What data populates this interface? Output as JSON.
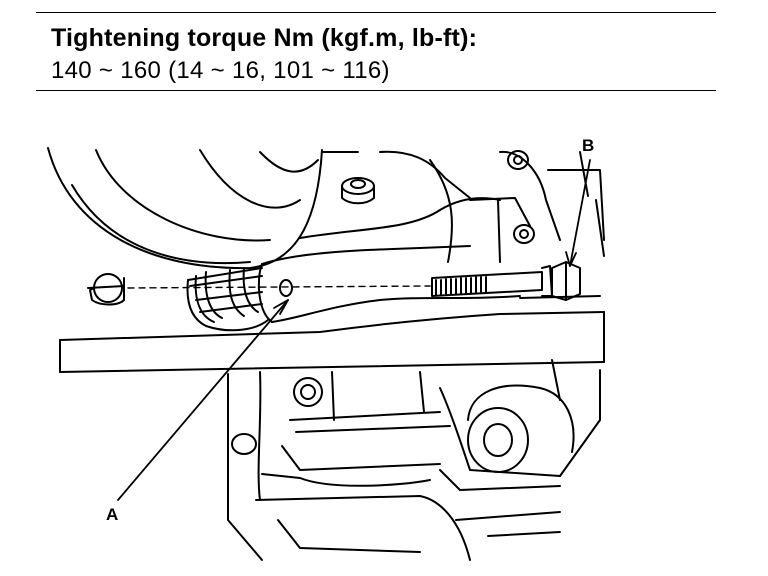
{
  "spec": {
    "title": "Tightening torque Nm (kgf.m, lb-ft):",
    "value": "140 ~ 160 (14 ~ 16, 101 ~ 116)"
  },
  "figure": {
    "callouts": {
      "a": "A",
      "b": "B"
    }
  }
}
